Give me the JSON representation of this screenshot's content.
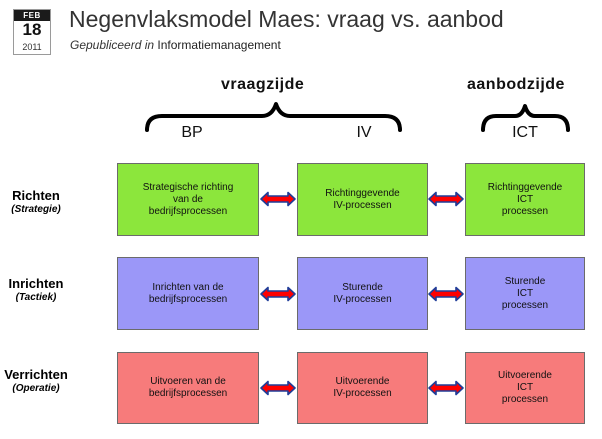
{
  "post": {
    "date": {
      "month": "FEB",
      "day": "18",
      "year": "2011"
    },
    "title": "Negenvlaksmodel Maes: vraag vs. aanbod",
    "meta_prefix": "Gepubliceerd in",
    "category": "Informatiemanagement"
  },
  "diagram": {
    "group_demand": "vraagzijde",
    "group_supply": "aanbodzijde",
    "columns": [
      "BP",
      "IV",
      "ICT"
    ],
    "rows": [
      {
        "label": "Richten",
        "sublabel": "(Strategie)"
      },
      {
        "label": "Inrichten",
        "sublabel": "(Tactiek)"
      },
      {
        "label": "Verrichten",
        "sublabel": "(Operatie)"
      }
    ],
    "cells": [
      [
        "Strategische richting\nvan de\nbedrijfsprocessen",
        "Richtinggevende\nIV-processen",
        "Richtinggevende\nICT\nprocessen"
      ],
      [
        "Inrichten van de\nbedrijfsprocessen",
        "Sturende\nIV-processen",
        "Sturende\nICT\nprocessen"
      ],
      [
        "Uitvoeren van de\nbedrijfsprocessen",
        "Uitvoerende\nIV-processen",
        "Uitvoerende\nICT\nprocessen"
      ]
    ],
    "colors": {
      "row1": "#8ce63c",
      "row2": "#9b97f8",
      "row3": "#f77b7b",
      "arrow_fill": "#ff0000",
      "arrow_stroke": "#1f3d99"
    }
  }
}
